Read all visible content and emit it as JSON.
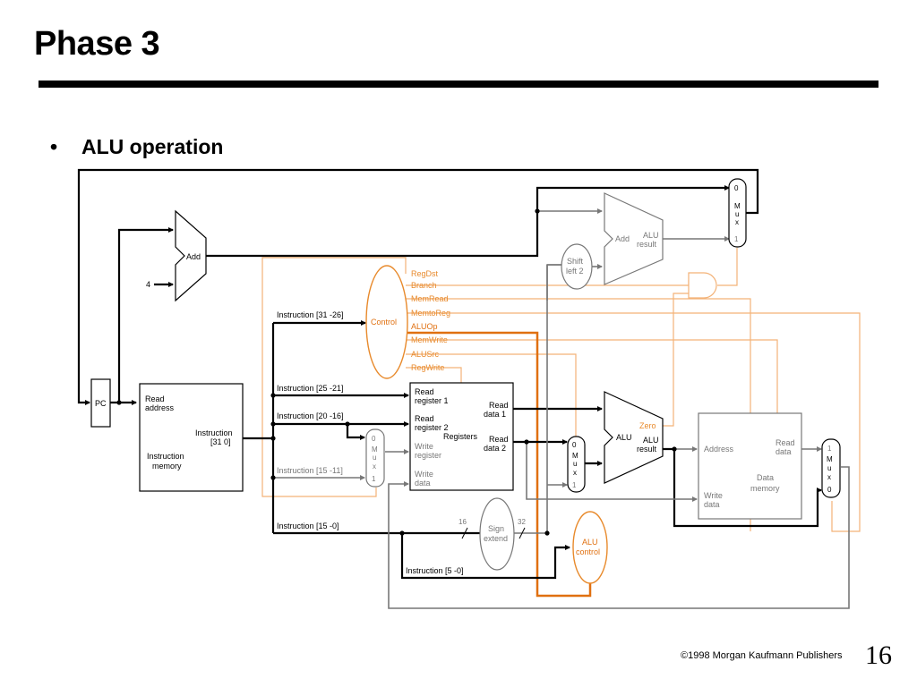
{
  "slide": {
    "title": "Phase 3",
    "bullet_marker": "•",
    "bullet_text": "ALU operation",
    "copyright": "©1998 Morgan Kaufmann Publishers",
    "page_number": "16"
  },
  "diagram": {
    "pc": "PC",
    "four": "4",
    "add_top": "Add",
    "add_branch": "Add",
    "alu_result": [
      "ALU",
      "result"
    ],
    "shift_left": [
      "Shift",
      "left 2"
    ],
    "control": "Control",
    "control_signals": [
      "RegDst",
      "Branch",
      "MemRead",
      "MemtoReg",
      "ALUOp",
      "MemWrite",
      "ALUSrc",
      "RegWrite"
    ],
    "instr_mem": {
      "read_address": [
        "Read",
        "address"
      ],
      "instruction": [
        "Instruction",
        "[31   0]"
      ],
      "name": [
        "Instruction",
        "memory"
      ]
    },
    "instr_fields": {
      "f31_26": "Instruction [31  -26]",
      "f25_21": "Instruction [25 -21]",
      "f20_16": "Instruction [20 -16]",
      "f15_11": "Instruction [15 -11]",
      "f15_0": "Instruction [15 -0]",
      "f5_0": "Instruction [5 -0]"
    },
    "registers": {
      "read_reg1": [
        "Read",
        "register 1"
      ],
      "read_reg2": [
        "Read",
        "register 2"
      ],
      "write_reg": [
        "Write",
        "register"
      ],
      "write_data": [
        "Write",
        "data"
      ],
      "read_data1": [
        "Read",
        "data 1"
      ],
      "read_data2": [
        "Read",
        "data 2"
      ],
      "name": "Registers"
    },
    "mux_reg": [
      "0",
      "M",
      "u",
      "x",
      "1"
    ],
    "mux_alu": [
      "0",
      "M",
      "u",
      "x",
      "1"
    ],
    "mux_pc": [
      "0",
      "M",
      "u",
      "x",
      "1"
    ],
    "mux_mem": [
      "1",
      "M",
      "u",
      "x",
      "0"
    ],
    "alu": "ALU",
    "zero": "Zero",
    "sign_extend": [
      "Sign",
      "extend"
    ],
    "bits_16": "16",
    "bits_32": "32",
    "alu_control": [
      "ALU",
      "control"
    ],
    "data_memory": {
      "address": "Address",
      "read_data": [
        "Read",
        "data"
      ],
      "write_data": [
        "Write",
        "data"
      ],
      "name": [
        "Data",
        "memory"
      ]
    }
  },
  "colors": {
    "active": "#000000",
    "inactive": "#777777",
    "control": "#e88a2c",
    "control_light": "#f3b277",
    "aluop": "#e07010"
  }
}
